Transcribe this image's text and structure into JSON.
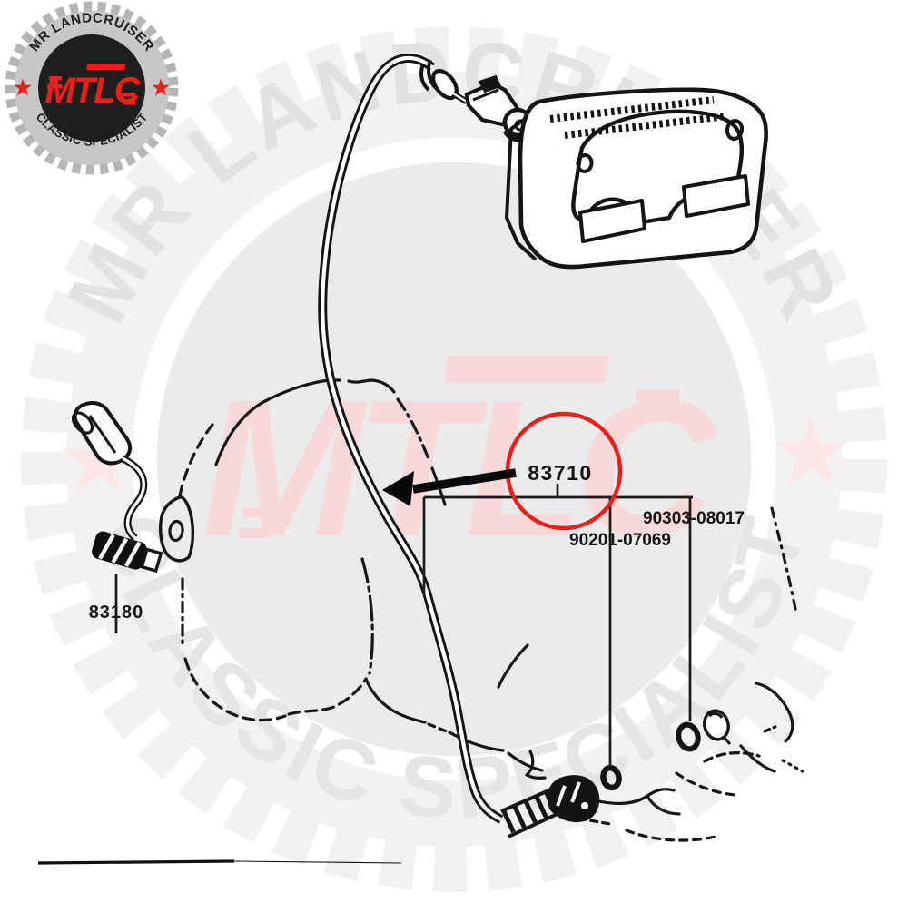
{
  "brand_badge": {
    "top_text": "MR LANDCRUISER",
    "bottom_text": "CLASSIC SPECIALIST",
    "logo_text": "MTLC",
    "red": "#e8201a",
    "silver": "#c7c7c7",
    "black": "#201e1c"
  },
  "watermark": {
    "top_text": "MR LANDCRUISER",
    "bottom_text": "CLASSIC SPECIALIST",
    "logo_text": "MTLC",
    "gray": "#f1f1f1",
    "pink": "#f7d9d9"
  },
  "parts": {
    "speedometer_cable": "83710",
    "o_ring": "90303-08017",
    "washer": "90201-07069",
    "speed_sensor": "83180"
  },
  "annotation": {
    "highlight_color": "#e8201a"
  }
}
